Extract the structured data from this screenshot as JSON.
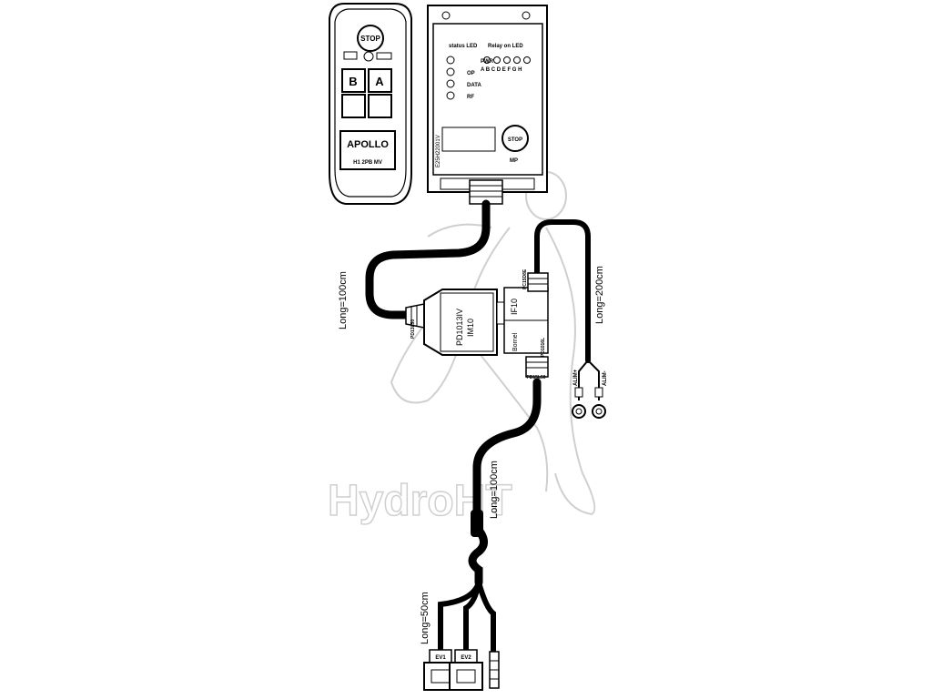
{
  "remote": {
    "stop_label": "STOP",
    "button_b": "B",
    "button_a": "A",
    "brand": "APOLLO",
    "model": "H1 2PB MV"
  },
  "receiver": {
    "status_led_title": "status LED",
    "relay_led_title": "Relay on LED",
    "pwr": "PWR",
    "op": "OP",
    "data": "DATA",
    "rf": "RF",
    "relay_letters": "A B C D E F G H",
    "code": "E25H22001V",
    "stop_label": "STOP",
    "mp": "MP"
  },
  "cables": {
    "long_100_upper": "Long=100cm",
    "long_200": "Long=200cm",
    "long_100_lower": "Long=100cm",
    "long_50": "Long=50cm"
  },
  "interface": {
    "box_code": "PD1013IV",
    "box_sub": "IM10",
    "conn_left": "PD13L50",
    "conn_top": "PC15D8E",
    "if10": "IF10",
    "term_code": "PD1016L",
    "bornel": "Bornel",
    "conn_bottom": "PD15L50"
  },
  "power": {
    "alim_pos": "ALIM+",
    "alim_neg": "ALIM-"
  },
  "outputs": {
    "ev1": "EV1",
    "ev2": "EV2"
  },
  "watermark": "HydroHT"
}
